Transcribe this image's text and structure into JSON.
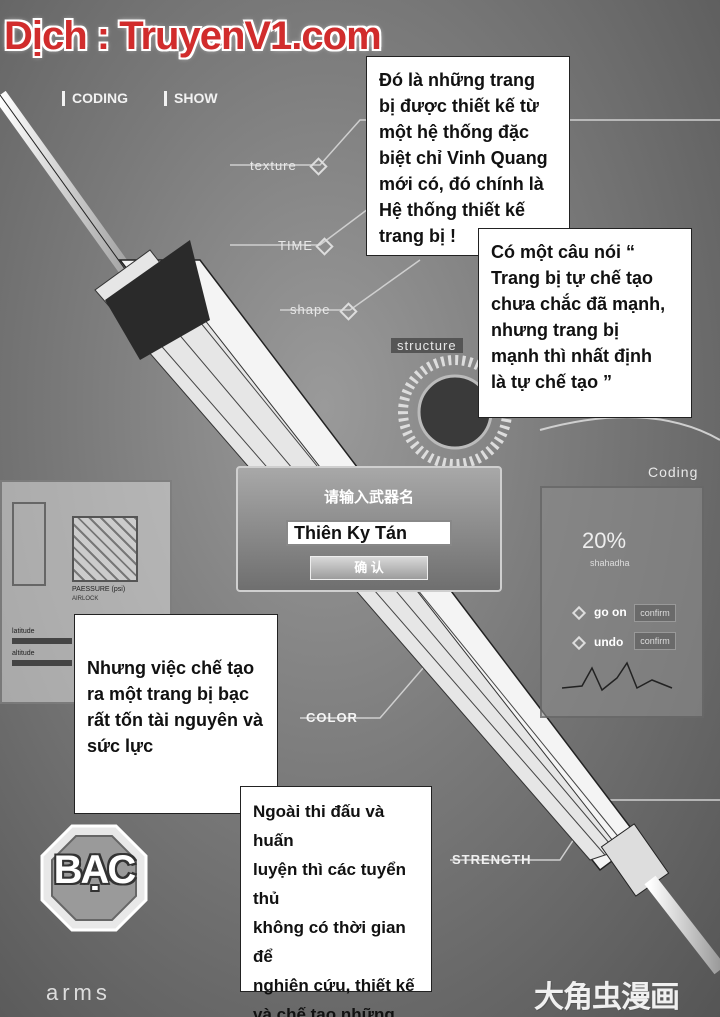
{
  "credit": "Dịch : TruyenV1.com",
  "menu": {
    "item_1": "CODING",
    "item_2": "SHOW"
  },
  "hud": {
    "texture": "texture",
    "time": "TIME",
    "shape": "shape",
    "structure": "structure",
    "coding": "Coding",
    "color": "COLOR",
    "strength": "STRENGTH",
    "arms": "arms"
  },
  "left_panel": {
    "pressure_label": "PAESSURE (psi)",
    "pressure_sub": "AIRLOCK",
    "latitude": "latitude",
    "altitude": "altitude"
  },
  "right_panel": {
    "percent": "20%",
    "percent_sub": "shahadha",
    "option_1": "go on",
    "option_2": "undo",
    "confirm_1": "confirm",
    "confirm_2": "confirm"
  },
  "dialog": {
    "title": "请输入武器名",
    "input_value": "Thiên Ky Tán",
    "confirm": "确 认"
  },
  "bubbles": {
    "b1": "Đó là những trang\nbị được thiết kế từ\nmột hệ thống đặc\nbiệt chỉ Vinh Quang\nmới có, đó chính là\nHệ thống thiết kế\ntrang bị !",
    "b2": "Có một câu nói “\nTrang bị tự chế tạo\nchưa chắc đã mạnh,\nnhưng trang bị\nmạnh thì nhất định\nlà tự chế tạo ”",
    "b3": "Nhưng việc chế tạo\nra một trang bị bạc\nrất tốn tài nguyên và\nsức lực",
    "b4": "Ngoài thi đấu và huấn\nluyện thì các tuyển thủ\nkhông có thời gian để\nnghiên cứu, thiết kế\nvà chế tạo những trang\nbị đó . . ."
  },
  "badge": "BẠC",
  "watermark": "大角虫漫画",
  "colors": {
    "credit": "#d12c2c",
    "bubble": "#ffffff",
    "background": "#7a7a7a"
  }
}
